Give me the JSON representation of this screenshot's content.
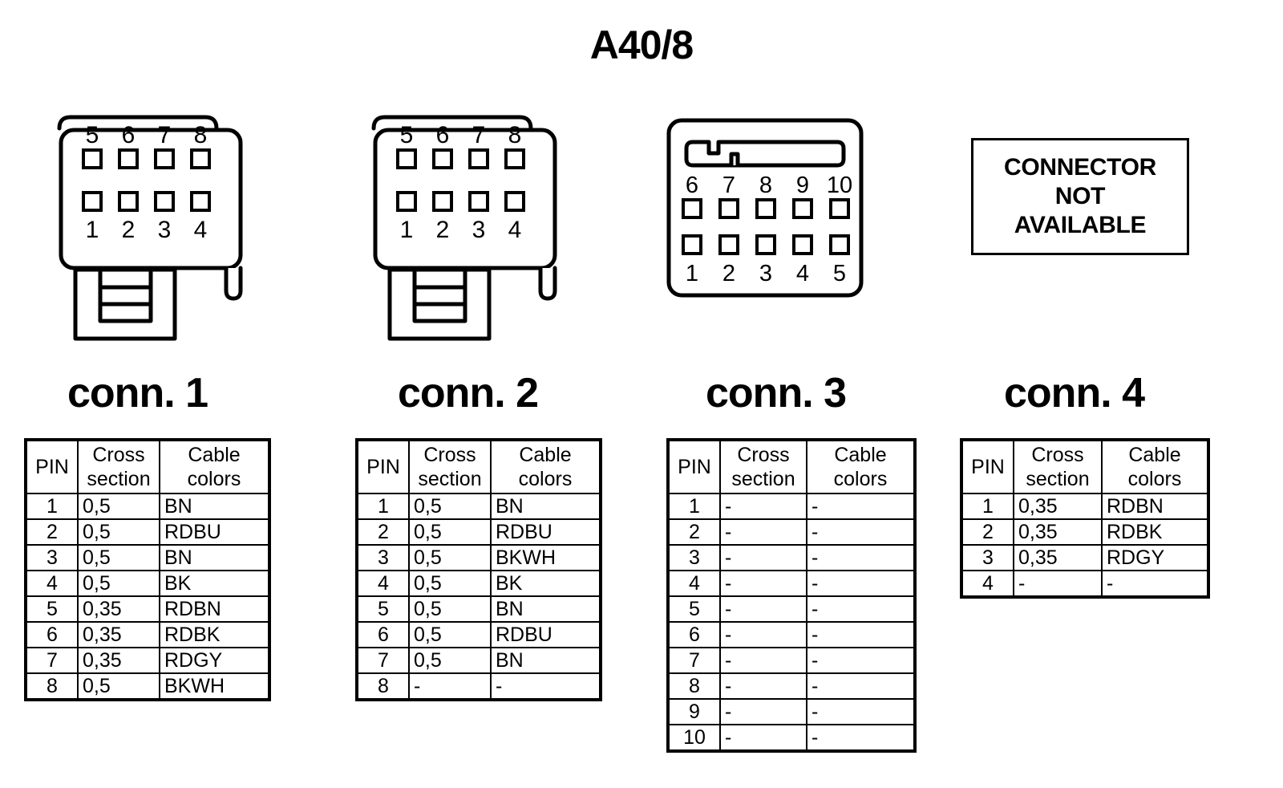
{
  "title": "A40/8",
  "not_available_box": {
    "line1": "CONNECTOR",
    "line2": "NOT",
    "line3": "AVAILABLE"
  },
  "table_headers": {
    "pin": "PIN",
    "cross_line1": "Cross",
    "cross_line2": "section",
    "color_line1": "Cable",
    "color_line2": "colors"
  },
  "connectors": [
    {
      "caption": "conn. 1",
      "type": "8-pin-rectangular",
      "pin_labels_top": [
        "5",
        "6",
        "7",
        "8"
      ],
      "pin_labels_bottom": [
        "1",
        "2",
        "3",
        "4"
      ],
      "rows": [
        {
          "pin": "1",
          "cross_section": "0,5",
          "cable_colors": "BN"
        },
        {
          "pin": "2",
          "cross_section": "0,5",
          "cable_colors": "RDBU"
        },
        {
          "pin": "3",
          "cross_section": "0,5",
          "cable_colors": "BN"
        },
        {
          "pin": "4",
          "cross_section": "0,5",
          "cable_colors": "BK"
        },
        {
          "pin": "5",
          "cross_section": "0,35",
          "cable_colors": "RDBN"
        },
        {
          "pin": "6",
          "cross_section": "0,35",
          "cable_colors": "RDBK"
        },
        {
          "pin": "7",
          "cross_section": "0,35",
          "cable_colors": "RDGY"
        },
        {
          "pin": "8",
          "cross_section": "0,5",
          "cable_colors": "BKWH"
        }
      ]
    },
    {
      "caption": "conn. 2",
      "type": "8-pin-rectangular",
      "pin_labels_top": [
        "5",
        "6",
        "7",
        "8"
      ],
      "pin_labels_bottom": [
        "1",
        "2",
        "3",
        "4"
      ],
      "rows": [
        {
          "pin": "1",
          "cross_section": "0,5",
          "cable_colors": "BN"
        },
        {
          "pin": "2",
          "cross_section": "0,5",
          "cable_colors": "RDBU"
        },
        {
          "pin": "3",
          "cross_section": "0,5",
          "cable_colors": "BKWH"
        },
        {
          "pin": "4",
          "cross_section": "0,5",
          "cable_colors": "BK"
        },
        {
          "pin": "5",
          "cross_section": "0,5",
          "cable_colors": "BN"
        },
        {
          "pin": "6",
          "cross_section": "0,5",
          "cable_colors": "RDBU"
        },
        {
          "pin": "7",
          "cross_section": "0,5",
          "cable_colors": "BN"
        },
        {
          "pin": "8",
          "cross_section": "-",
          "cable_colors": "-"
        }
      ]
    },
    {
      "caption": "conn. 3",
      "type": "10-pin-square-latch",
      "pin_labels_top": [
        "6",
        "7",
        "8",
        "9",
        "10"
      ],
      "pin_labels_bottom": [
        "1",
        "2",
        "3",
        "4",
        "5"
      ],
      "rows": [
        {
          "pin": "1",
          "cross_section": "-",
          "cable_colors": "-"
        },
        {
          "pin": "2",
          "cross_section": "-",
          "cable_colors": "-"
        },
        {
          "pin": "3",
          "cross_section": "-",
          "cable_colors": "-"
        },
        {
          "pin": "4",
          "cross_section": "-",
          "cable_colors": "-"
        },
        {
          "pin": "5",
          "cross_section": "-",
          "cable_colors": "-"
        },
        {
          "pin": "6",
          "cross_section": "-",
          "cable_colors": "-"
        },
        {
          "pin": "7",
          "cross_section": "-",
          "cable_colors": "-"
        },
        {
          "pin": "8",
          "cross_section": "-",
          "cable_colors": "-"
        },
        {
          "pin": "9",
          "cross_section": "-",
          "cable_colors": "-"
        },
        {
          "pin": "10",
          "cross_section": "-",
          "cable_colors": "-"
        }
      ]
    },
    {
      "caption": "conn. 4",
      "type": "not-available",
      "pin_labels_top": [],
      "pin_labels_bottom": [],
      "rows": [
        {
          "pin": "1",
          "cross_section": "0,35",
          "cable_colors": "RDBN"
        },
        {
          "pin": "2",
          "cross_section": "0,35",
          "cable_colors": "RDBK"
        },
        {
          "pin": "3",
          "cross_section": "0,35",
          "cable_colors": "RDGY"
        },
        {
          "pin": "4",
          "cross_section": "-",
          "cable_colors": "-"
        }
      ]
    }
  ],
  "colors": {
    "ink": "#000000",
    "paper": "#ffffff"
  }
}
